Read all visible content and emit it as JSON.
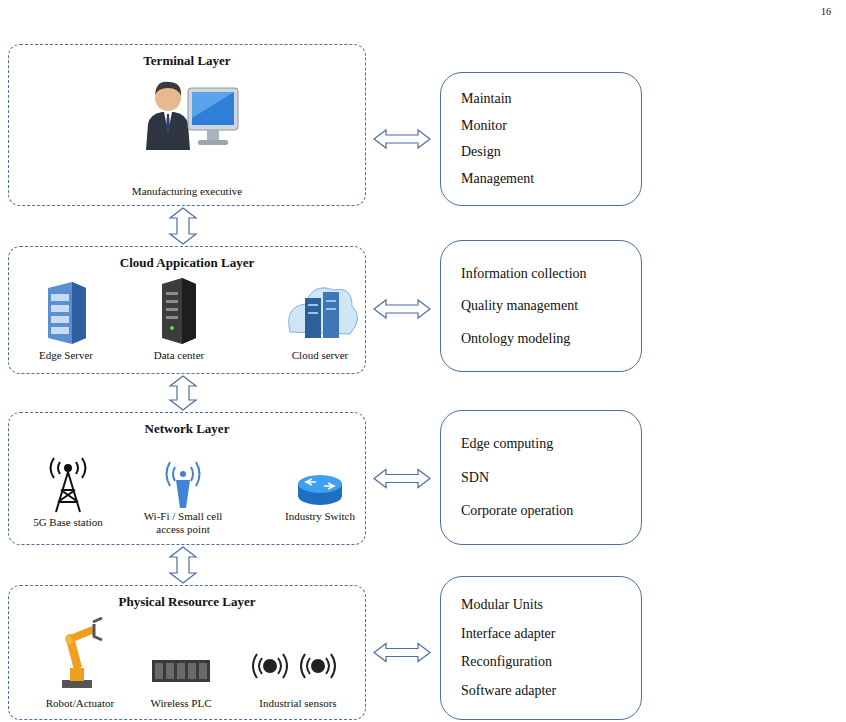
{
  "diagram": {
    "nodes": [
      {
        "text": [
          "Terminal Layer"
        ]
      },
      {
        "text": [
          "Maintain",
          "Monitor",
          "Design",
          "Management"
        ]
      },
      {
        "text": [
          "Cloud Appication Layer"
        ]
      },
      {
        "text": [
          "Information collection",
          "Quality management",
          "Ontology modeling"
        ]
      },
      {
        "text": [
          "Network Layer"
        ]
      },
      {
        "text": [
          "Edge computing",
          "SDN",
          "Corporate operation"
        ]
      },
      {
        "text": [
          "Physical Resource Layer"
        ]
      },
      {
        "text": [
          "Modular Units",
          "Interface adapter",
          "Reconfiguration",
          "Software adapter"
        ]
      }
    ],
    "edges": [
      {
        "from": 0,
        "to": 1,
        "arrow": "both"
      },
      {
        "from": 0,
        "to": 2,
        "arrow": "both"
      },
      {
        "from": 2,
        "to": 3,
        "arrow": "both"
      },
      {
        "from": 2,
        "to": 4,
        "arrow": "both"
      },
      {
        "from": 4,
        "to": 5,
        "arrow": "both"
      },
      {
        "from": 4,
        "to": 6,
        "arrow": "both"
      },
      {
        "from": 6,
        "to": 7,
        "arrow": "both"
      }
    ],
    "labels": [
      "16",
      "Manufacturing executive",
      "Edge Server",
      "Data center",
      "Cloud server",
      "5G Base station",
      "Wi-Fi / Small cell access point",
      "Industry Switch",
      "Robot/Actuator",
      "Wireless PLC",
      "Industrial sensors"
    ]
  }
}
